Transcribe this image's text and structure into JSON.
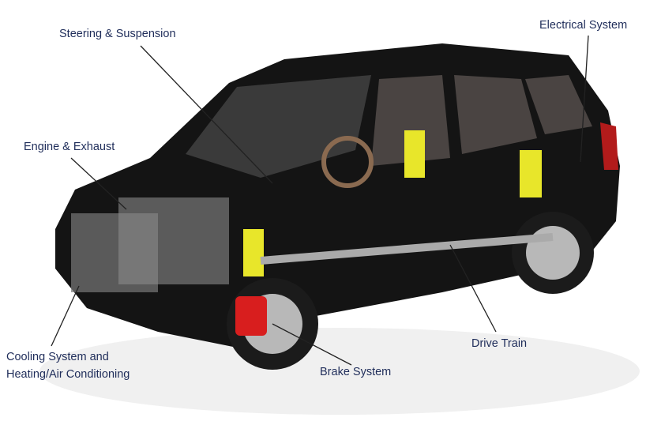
{
  "labels": {
    "steering": "Steering & Suspension",
    "electrical": "Electrical System",
    "engine": "Engine & Exhaust",
    "cooling_line1": "Cooling System and",
    "cooling_line2": "Heating/Air Conditioning",
    "brake": "Brake System",
    "drive": "Drive Train"
  },
  "colors": {
    "label": "#1f2d5a",
    "body": "#141414",
    "spring": "#e8e62a",
    "caliper": "#d81e1e"
  }
}
